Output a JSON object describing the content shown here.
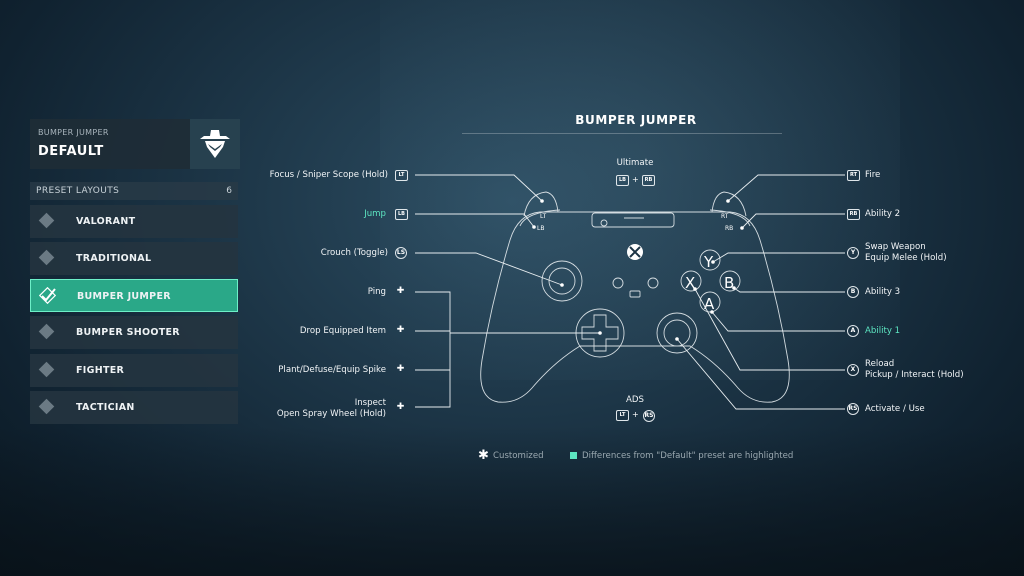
{
  "preset_card": {
    "subtitle": "BUMPER JUMPER",
    "title": "DEFAULT",
    "emblem_icon": "agent-hat-emblem-icon"
  },
  "list": {
    "header": "PRESET LAYOUTS",
    "count": "6",
    "items": [
      {
        "label": "VALORANT",
        "active": false
      },
      {
        "label": "TRADITIONAL",
        "active": false
      },
      {
        "label": "BUMPER JUMPER",
        "active": true
      },
      {
        "label": "BUMPER SHOOTER",
        "active": false
      },
      {
        "label": "FIGHTER",
        "active": false
      },
      {
        "label": "TACTICIAN",
        "active": false
      }
    ]
  },
  "diagram": {
    "title": "BUMPER JUMPER",
    "top": {
      "label": "Ultimate",
      "btn1": "LB",
      "plus": "+",
      "btn2": "RB"
    },
    "bottom": {
      "label": "ADS",
      "btn1": "LT",
      "plus": "+",
      "btn2": "RS"
    },
    "left": [
      {
        "text": "Focus / Sniper Scope (Hold)",
        "btn": "LT"
      },
      {
        "text": "Jump",
        "btn": "LB",
        "highlight": true
      },
      {
        "text": "Crouch (Toggle)",
        "btn": "LS"
      },
      {
        "text": "Ping",
        "btn": "✚"
      },
      {
        "text": "Drop Equipped Item",
        "btn": "✚"
      },
      {
        "text": "Plant/Defuse/Equip Spike",
        "btn": "✚"
      },
      {
        "line1": "Inspect",
        "line2": "Open Spray Wheel (Hold)",
        "btn": "✚"
      }
    ],
    "right": [
      {
        "text": "Fire",
        "btn": "RT"
      },
      {
        "text": "Ability 2",
        "btn": "RB"
      },
      {
        "line1": "Swap Weapon",
        "line2": "Equip Melee (Hold)",
        "btn": "Y"
      },
      {
        "text": "Ability 3",
        "btn": "B"
      },
      {
        "text": "Ability 1",
        "btn": "A",
        "highlight": true
      },
      {
        "line1": "Reload",
        "line2": "Pickup / Interact (Hold)",
        "btn": "X"
      },
      {
        "text": "Activate / Use",
        "btn": "RS"
      }
    ],
    "controller": {
      "face_y": "Y",
      "face_x": "X",
      "face_b": "B",
      "face_a": "A",
      "lt": "LT",
      "lb": "LB",
      "rt": "RT",
      "rb": "RB"
    }
  },
  "legend": {
    "customized": "Customized",
    "differences": "Differences from \"Default\" preset are highlighted"
  },
  "colors": {
    "accent": "#5de6c2",
    "active_row": "#2aa888"
  }
}
